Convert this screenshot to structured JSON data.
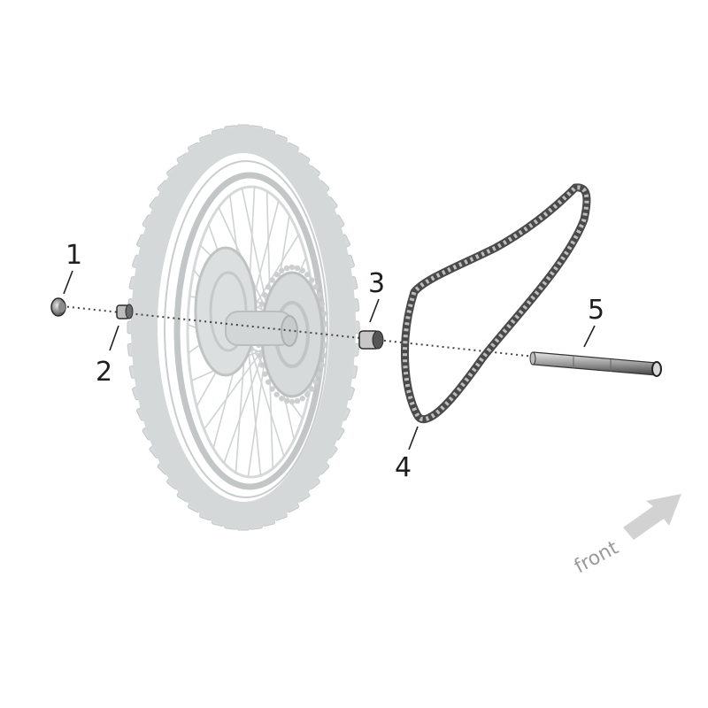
{
  "callouts": [
    {
      "label": "1",
      "part": "nut"
    },
    {
      "label": "2",
      "part": "spacer"
    },
    {
      "label": "3",
      "part": "spacer"
    },
    {
      "label": "4",
      "part": "chain"
    },
    {
      "label": "5",
      "part": "axle"
    }
  ],
  "direction": {
    "label": "front",
    "icon": "arrow-icon"
  },
  "colors": {
    "ghost_wheel": "#d9dcdc",
    "ghost_wheel_dark": "#c5c9c9",
    "parts": "#3a3a3a",
    "text": "#1e1e1e",
    "arrow": "#cfcfcf"
  }
}
